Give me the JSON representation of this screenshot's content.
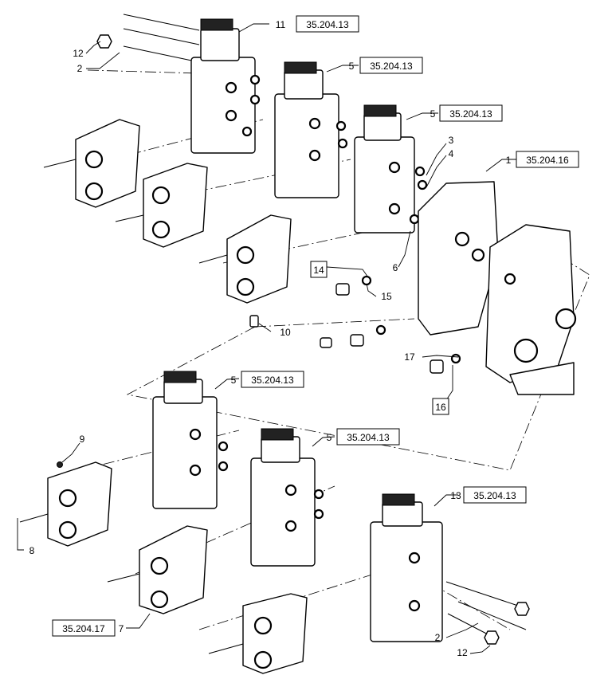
{
  "diagram": {
    "references": {
      "r11": "35.204.13",
      "r5a": "35.204.13",
      "r5b": "35.204.13",
      "r1": "35.204.16",
      "r5c": "35.204.13",
      "r5d": "35.204.13",
      "r13": "35.204.13",
      "r7": "35.204.17"
    },
    "callouts": {
      "c11": "11",
      "c5a": "5",
      "c5b": "5",
      "c1": "1",
      "c3": "3",
      "c4": "4",
      "c12a": "12",
      "c2a": "2",
      "c6": "6",
      "c14": "14",
      "c15": "15",
      "c10": "10",
      "c17": "17",
      "c16": "16",
      "c5c": "5",
      "c5d": "5",
      "c9": "9",
      "c8": "8",
      "c13": "13",
      "c7": "7",
      "c2b": "2",
      "c12b": "12"
    }
  }
}
